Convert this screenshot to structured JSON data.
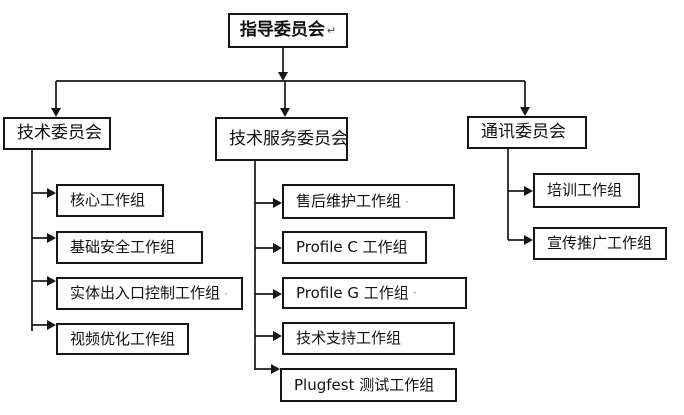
{
  "diagram": {
    "root": {
      "label": "指导委员会",
      "mark": "↵"
    },
    "committees": [
      {
        "label": "技术委员会",
        "groups": [
          {
            "label": "核心工作组"
          },
          {
            "label": "基础安全工作组"
          },
          {
            "label": "实体出入口控制工作组",
            "mark": "·"
          },
          {
            "label": "视频优化工作组"
          }
        ]
      },
      {
        "label": "技术服务委员会",
        "groups": [
          {
            "label": "售后维护工作组",
            "mark": "·"
          },
          {
            "label": "Profile C 工作组"
          },
          {
            "label": "Profile G 工作组",
            "mark": "·"
          },
          {
            "label": "技术支持工作组"
          },
          {
            "label": "Plugfest 测试工作组"
          }
        ]
      },
      {
        "label": "通讯委员会",
        "groups": [
          {
            "label": "培训工作组"
          },
          {
            "label": "宣传推广工作组"
          }
        ]
      }
    ]
  },
  "colors": {
    "line": "#161616",
    "box_border": "#161616",
    "text": "#111111",
    "background": "#ffffff"
  }
}
